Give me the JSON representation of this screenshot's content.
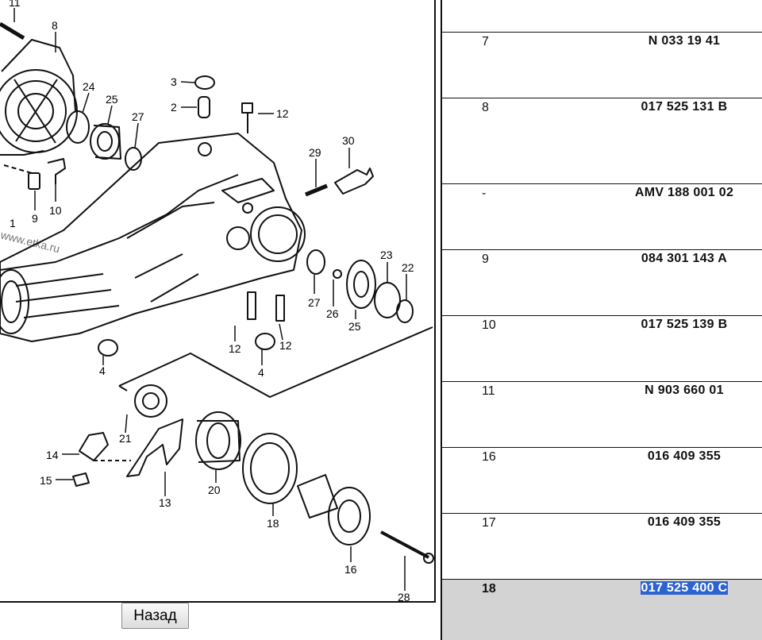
{
  "diagram": {
    "callouts": [
      "11",
      "8",
      "24",
      "25",
      "27",
      "3",
      "2",
      "12",
      "29",
      "30",
      "9",
      "10",
      "1",
      "23",
      "22",
      "27",
      "26",
      "25",
      "12",
      "12",
      "4",
      "4",
      "21",
      "14",
      "15",
      "13",
      "20",
      "18",
      "16",
      "28"
    ],
    "watermark": "www.etka.ru"
  },
  "back_button": {
    "label": "Назад"
  },
  "parts": {
    "rows": [
      {
        "num": "7",
        "part": "N 033 19 41",
        "selected": false
      },
      {
        "num": "8",
        "part": "017 525 131 B",
        "selected": false
      },
      {
        "num": "-",
        "part": "AMV 188 001 02",
        "selected": false
      },
      {
        "num": "9",
        "part": "084 301 143 A",
        "selected": false
      },
      {
        "num": "10",
        "part": "017 525 139 B",
        "selected": false
      },
      {
        "num": "11",
        "part": "N 903 660 01",
        "selected": false
      },
      {
        "num": "16",
        "part": "016 409 355",
        "selected": false
      },
      {
        "num": "17",
        "part": "016 409 355",
        "selected": false
      },
      {
        "num": "18",
        "part": "017 525 400 C",
        "selected": true
      }
    ]
  },
  "colors": {
    "selection_bg": "#2d63d0",
    "selected_row_bg": "#d3d3d3"
  }
}
